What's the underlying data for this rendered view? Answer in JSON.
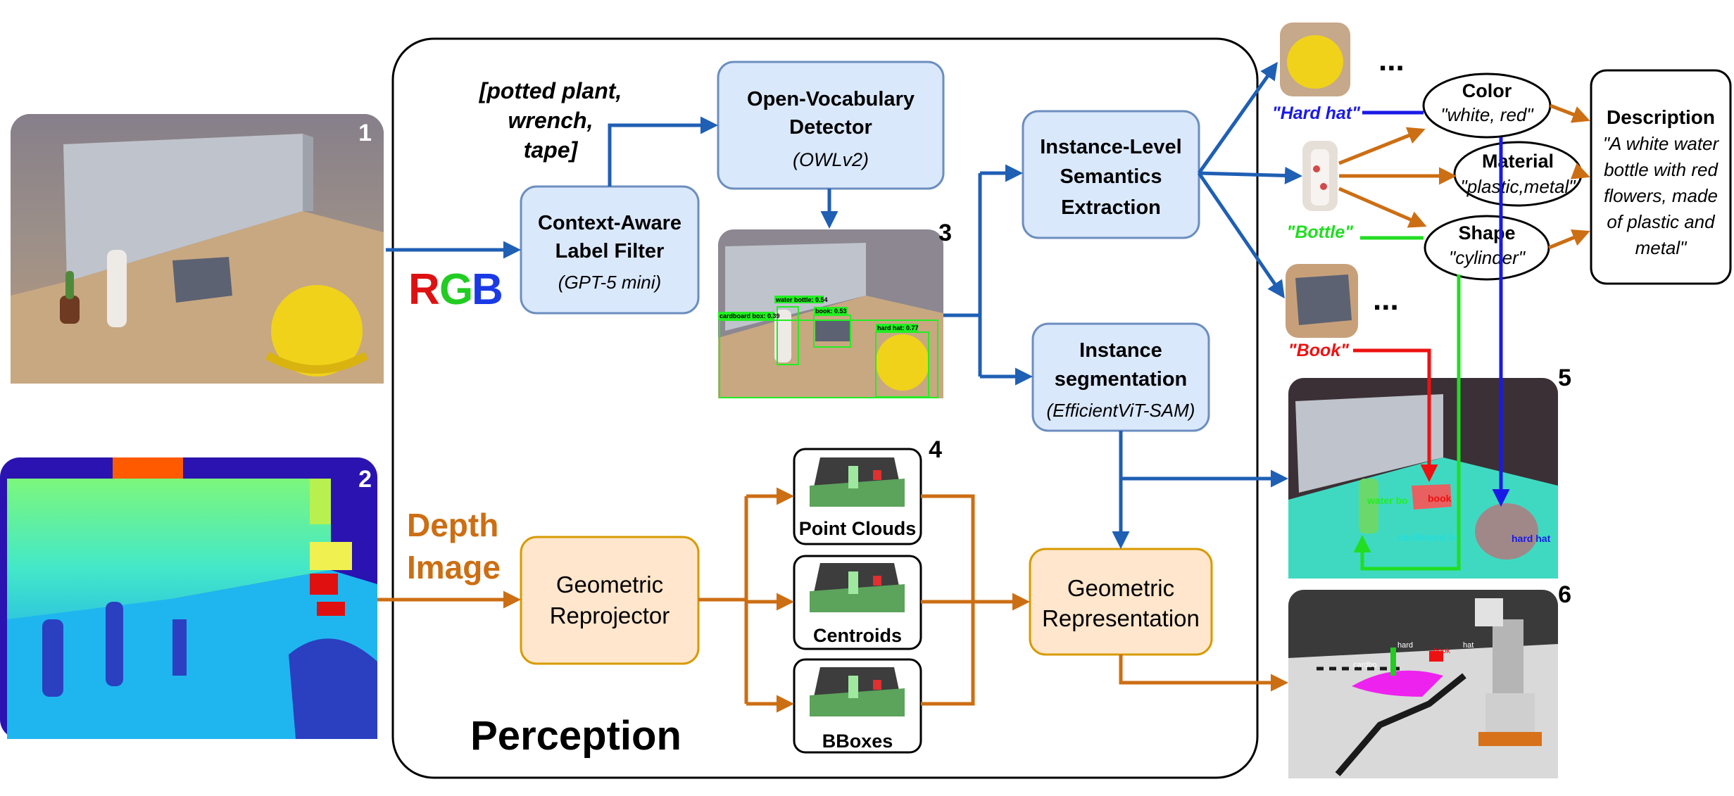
{
  "labels": {
    "label_list": [
      "[potted plant,",
      "wrench,",
      "tape]"
    ],
    "rgb": [
      "R",
      "G",
      "B"
    ],
    "depth": [
      "Depth",
      "Image"
    ],
    "perception": "Perception",
    "n1": "1",
    "n2": "2",
    "n3": "3",
    "n4": "4",
    "n5": "5",
    "n6": "6",
    "ellipsis_top": "...",
    "ellipsis_mid": "...",
    "hard_hat": "\"Hard hat\"",
    "bottle": "\"Bottle\"",
    "book": "\"Book\""
  },
  "boxes": {
    "ovd": {
      "title1": "Open-Vocabulary",
      "title2": "Detector",
      "sub": "(OWLv2)"
    },
    "calf": {
      "title1": "Context-Aware",
      "title2": "Label Filter",
      "sub": "(GPT-5 mini)"
    },
    "ilse": {
      "title1": "Instance-Level",
      "title2": "Semantics",
      "title3": "Extraction"
    },
    "seg": {
      "title1": "Instance",
      "title2": "segmentation",
      "sub": "(EfficientViT-SAM)"
    },
    "geo_rep": {
      "title1": "Geometric",
      "title2": "Reprojector"
    },
    "geo_repr": {
      "title1": "Geometric",
      "title2": "Representation"
    },
    "pc": "Point Clouds",
    "cent": "Centroids",
    "bbox": "BBoxes"
  },
  "attributes": {
    "color": {
      "title": "Color",
      "value": "\"white, red\""
    },
    "material": {
      "title": "Material",
      "value": "\"plastic,metal\""
    },
    "shape": {
      "title": "Shape",
      "value": "\"cylinder\""
    }
  },
  "description": {
    "title": "Description",
    "lines": [
      "\"A white water",
      "bottle with red",
      "flowers, made",
      "of plastic and",
      "metal\""
    ]
  },
  "detections": {
    "labels": [
      "water bottle: 0.54",
      "book: 0.53",
      "cardboard box: 0.39",
      "hard hat: 0.77"
    ]
  },
  "seg_overlay": {
    "labels": [
      "water bo",
      "book",
      "cardboard bo",
      "hard hat"
    ]
  },
  "rviz": {
    "labels": [
      "hard",
      "hat",
      "book",
      "cardbo"
    ]
  },
  "colors": {
    "blue_arrow": "#1f5fb4",
    "orange_arrow": "#cc6e13",
    "blue_box_fill": "#dae8fc",
    "blue_box_stroke": "#6c8ebf",
    "orange_box_fill": "#ffe6cc",
    "orange_box_stroke": "#d79b00",
    "hard_hat_label": "#1a1ae6",
    "bottle_label": "#22dd22",
    "book_label": "#ee1111",
    "depth_label": "#cc6e13"
  }
}
